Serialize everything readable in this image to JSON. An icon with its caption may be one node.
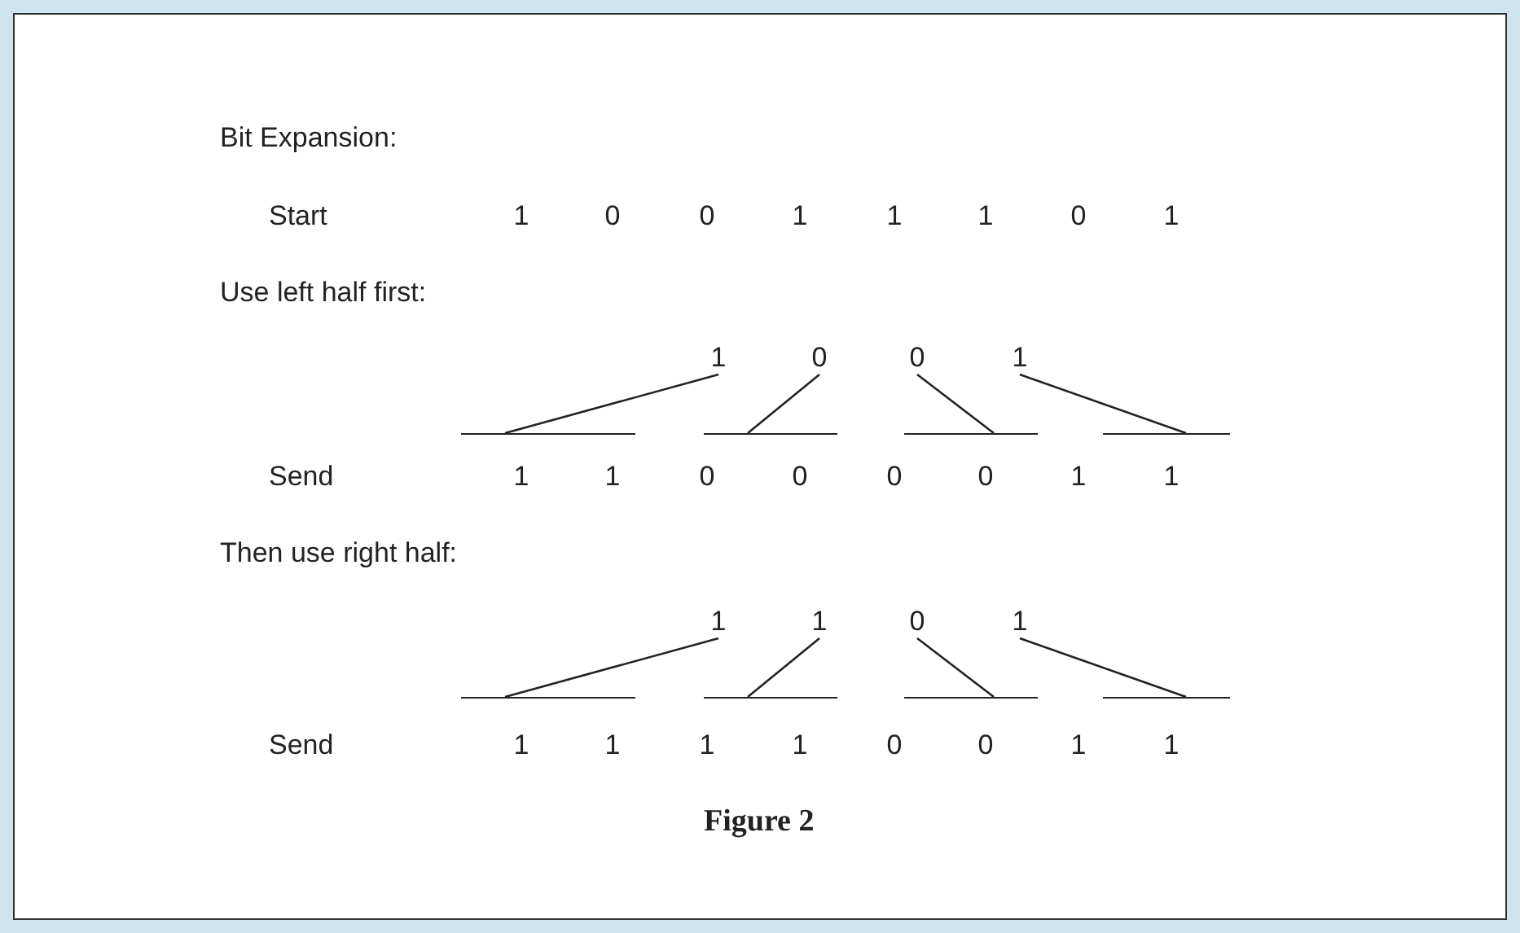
{
  "diagram": {
    "caption": "Figure 2",
    "nodes": [
      {
        "text": [
          "1"
        ]
      },
      {
        "text": [
          "0"
        ]
      },
      {
        "text": [
          "0"
        ]
      },
      {
        "text": [
          "1"
        ]
      },
      {
        "text": [],
        "shape": "bar"
      },
      {
        "text": [],
        "shape": "bar"
      },
      {
        "text": [],
        "shape": "bar"
      },
      {
        "text": [],
        "shape": "bar"
      },
      {
        "text": [
          "1"
        ]
      },
      {
        "text": [
          "1"
        ]
      },
      {
        "text": [
          "0"
        ]
      },
      {
        "text": [
          "1"
        ]
      },
      {
        "text": [],
        "shape": "bar"
      },
      {
        "text": [],
        "shape": "bar"
      },
      {
        "text": [],
        "shape": "bar"
      },
      {
        "text": [],
        "shape": "bar"
      }
    ],
    "edges": [
      {
        "from": 0,
        "to": 4,
        "arrow": "none"
      },
      {
        "from": 1,
        "to": 5,
        "arrow": "none"
      },
      {
        "from": 2,
        "to": 6,
        "arrow": "none"
      },
      {
        "from": 3,
        "to": 7,
        "arrow": "none"
      },
      {
        "from": 8,
        "to": 12,
        "arrow": "none"
      },
      {
        "from": 9,
        "to": 13,
        "arrow": "none"
      },
      {
        "from": 10,
        "to": 14,
        "arrow": "none"
      },
      {
        "from": 11,
        "to": 15,
        "arrow": "none"
      }
    ],
    "labels": [
      "Bit Expansion:",
      "Start",
      "1",
      "0",
      "0",
      "1",
      "1",
      "1",
      "0",
      "1",
      "Use left half first:",
      "Send",
      "1",
      "1",
      "0",
      "0",
      "0",
      "0",
      "1",
      "1",
      "Then use right half:",
      "Send",
      "1",
      "1",
      "1",
      "1",
      "0",
      "0",
      "1",
      "1"
    ]
  }
}
